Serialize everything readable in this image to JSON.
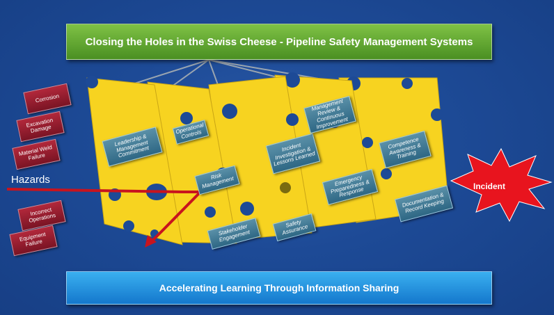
{
  "title": "Closing the Holes in the Swiss Cheese - Pipeline Safety Management Systems",
  "footer": "Accelerating Learning Through Information Sharing",
  "hazards_label": "Hazards",
  "incident_label": "Incident",
  "hazards": [
    "Corrosion",
    "Excavation Damage",
    "Material Weld Failure",
    "Incorrect Operations",
    "Equipment Failure"
  ],
  "elements": [
    "Leadership & Management Commitment",
    "Operational Controls",
    "Risk Management",
    "Stakeholder Engagement",
    "Incident Investigation & Lessons Learned",
    "Management Review & Continuous Improvement",
    "Safety Assurance",
    "Emergency Preparedness & Response",
    "Competence Awareness & Training",
    "Documentation & Record Keeping"
  ],
  "colors": {
    "cheese": "#f7d320",
    "hazard_arrow": "#c8141e",
    "incident": "#e8141e"
  }
}
